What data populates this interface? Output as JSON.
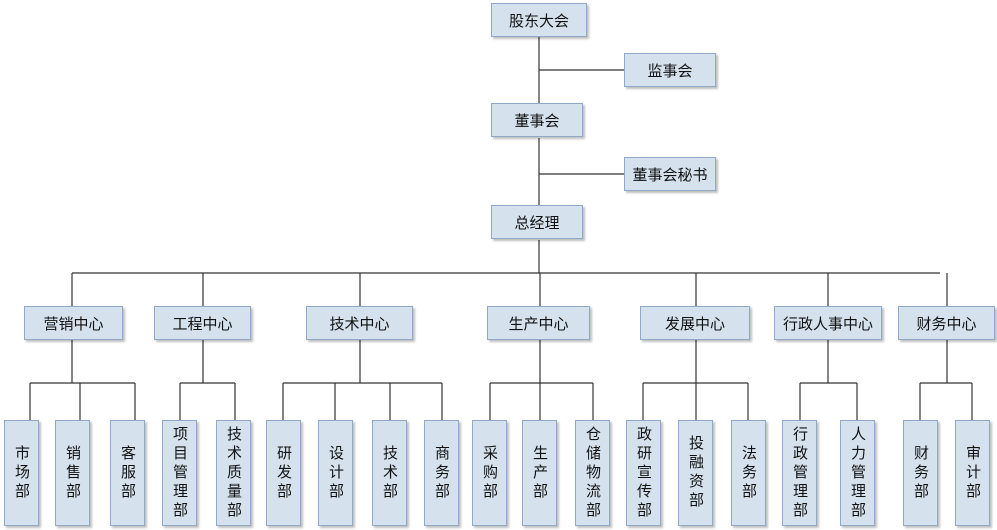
{
  "chart": {
    "top": {
      "shareholders": "股东大会",
      "supervisors": "监事会",
      "board": "董事会",
      "secretary": "董事会秘书",
      "gm": "总经理"
    },
    "centers": [
      {
        "name": "营销中心",
        "depts": [
          "市场部",
          "销售部",
          "客服部"
        ]
      },
      {
        "name": "工程中心",
        "depts": [
          "项目管理部",
          "技术质量部"
        ]
      },
      {
        "name": "技术中心",
        "depts": [
          "研发部",
          "设计部",
          "技术部",
          "商务部"
        ]
      },
      {
        "name": "生产中心",
        "depts": [
          "采购部",
          "生产部",
          "仓储物流部"
        ]
      },
      {
        "name": "发展中心",
        "depts": [
          "政研宣传部",
          "投融资部",
          "法务部"
        ]
      },
      {
        "name": "行政人事中心",
        "depts": [
          "行政管理部",
          "人力管理部"
        ]
      },
      {
        "name": "财务中心",
        "depts": [
          "财务部",
          "审计部"
        ]
      }
    ]
  }
}
